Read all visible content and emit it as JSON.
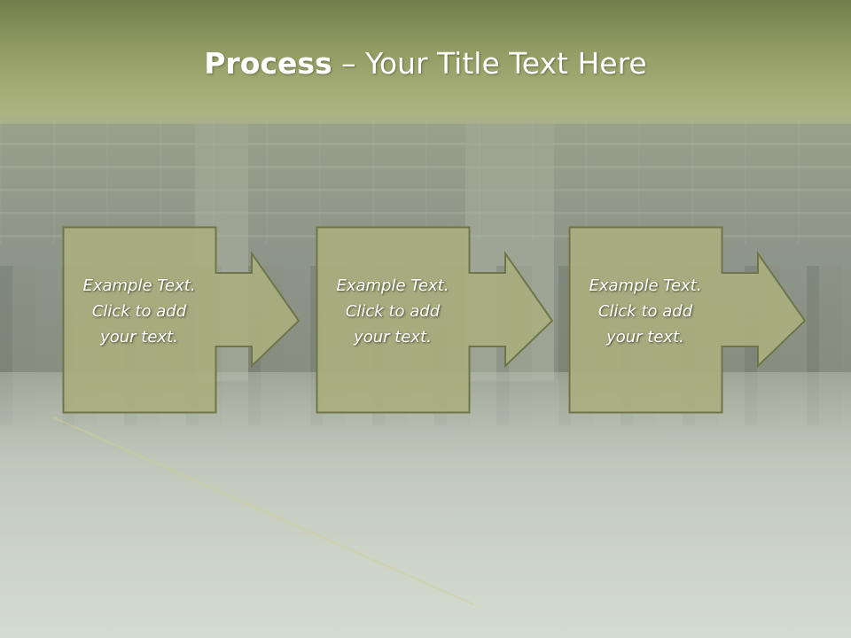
{
  "slide": {
    "title_bold": "Process",
    "title_rest": " – Your Title Text Here"
  },
  "steps": [
    {
      "line1": "Example Text.",
      "line2": "Click  to add",
      "line3": "your text."
    },
    {
      "line1": "Example Text.",
      "line2": "Click  to add",
      "line3": "your text."
    },
    {
      "line1": "Example Text.",
      "line2": "Click  to add",
      "line3": "your text."
    }
  ],
  "colors": {
    "title_band": "#8e9860",
    "box_fill": "#a9ae7f",
    "box_border": "#6f7548",
    "title_text": "#ffffff"
  }
}
